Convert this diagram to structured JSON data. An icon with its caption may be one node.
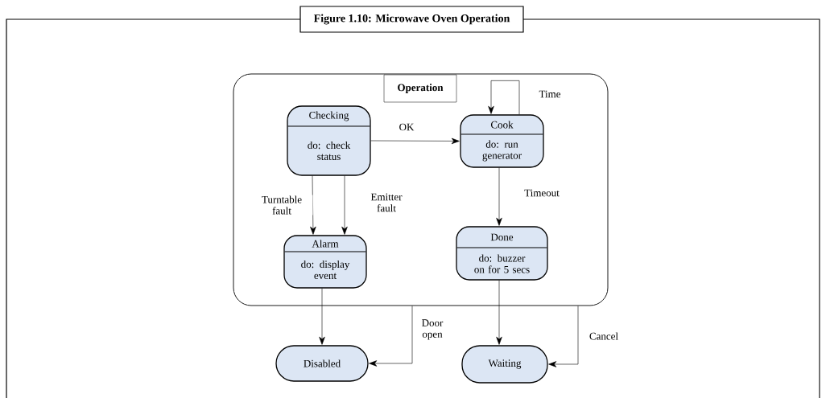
{
  "diagram": {
    "title": "Figure 1.10: Microwave Oven Operation",
    "nodes": [
      {
        "text": [
          "Operation"
        ]
      },
      {
        "text": [
          "Checking",
          "do: check status"
        ],
        "in": 0
      },
      {
        "text": [
          "Cook",
          "do: run generator"
        ],
        "in": 0
      },
      {
        "text": [
          "Alarm",
          "do: display event"
        ],
        "in": 0
      },
      {
        "text": [
          "Done",
          "do: buzzer on for 5 secs"
        ],
        "in": 0
      },
      {
        "text": [
          "Disabled"
        ]
      },
      {
        "text": [
          "Waiting"
        ]
      }
    ],
    "edges": [
      {
        "from": 1,
        "to": 2,
        "arrow": "to",
        "label": "OK"
      },
      {
        "from": 2,
        "to": 2,
        "arrow": "to",
        "label": "Time"
      },
      {
        "from": 1,
        "to": 3,
        "arrow": "to",
        "label": "Turntable fault"
      },
      {
        "from": 1,
        "to": 3,
        "arrow": "to",
        "label": "Emitter fault"
      },
      {
        "from": 2,
        "to": 4,
        "arrow": "to",
        "label": "Timeout"
      },
      {
        "from": 3,
        "to": 5,
        "arrow": "to"
      },
      {
        "from": 0,
        "to": 5,
        "arrow": "to",
        "label": "Door open"
      },
      {
        "from": 4,
        "to": 6,
        "arrow": "to"
      },
      {
        "from": 0,
        "to": 6,
        "arrow": "to",
        "label": "Cancel"
      }
    ]
  }
}
